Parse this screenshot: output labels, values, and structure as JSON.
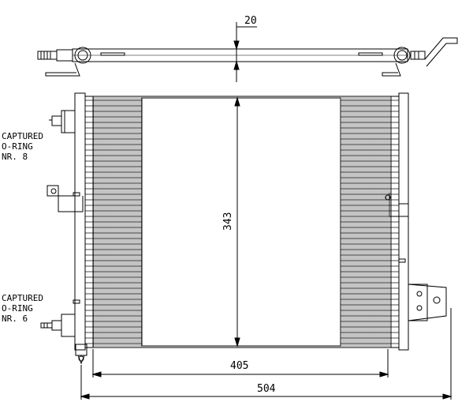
{
  "dimensions": {
    "thickness": "20",
    "height": "343",
    "core_width": "405",
    "overall_width": "504"
  },
  "labels": {
    "top_port": [
      "CAPTURED",
      "O-RING",
      "NR. 8"
    ],
    "bottom_port": [
      "CAPTURED",
      "O-RING",
      "NR. 6"
    ]
  },
  "colors": {
    "line": "#000000",
    "fin": "#555555",
    "background": "#ffffff"
  }
}
